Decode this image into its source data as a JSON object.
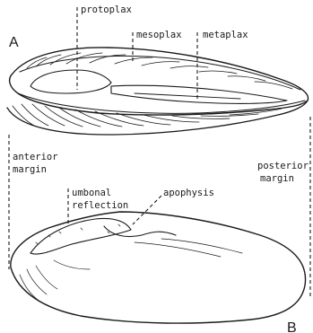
{
  "figure": {
    "panel_a": {
      "letter": "A",
      "labels": {
        "protoplax": "protoplax",
        "mesoplax": "mesoplax",
        "metaplax": "metaplax"
      }
    },
    "panel_b": {
      "letter": "B",
      "labels": {
        "anterior_1": "anterior",
        "anterior_2": "margin",
        "posterior_1": "posterior",
        "posterior_2": "margin",
        "umbonal_1": "umbonal",
        "umbonal_2": "reflection",
        "apophysis": "apophysis"
      }
    }
  }
}
